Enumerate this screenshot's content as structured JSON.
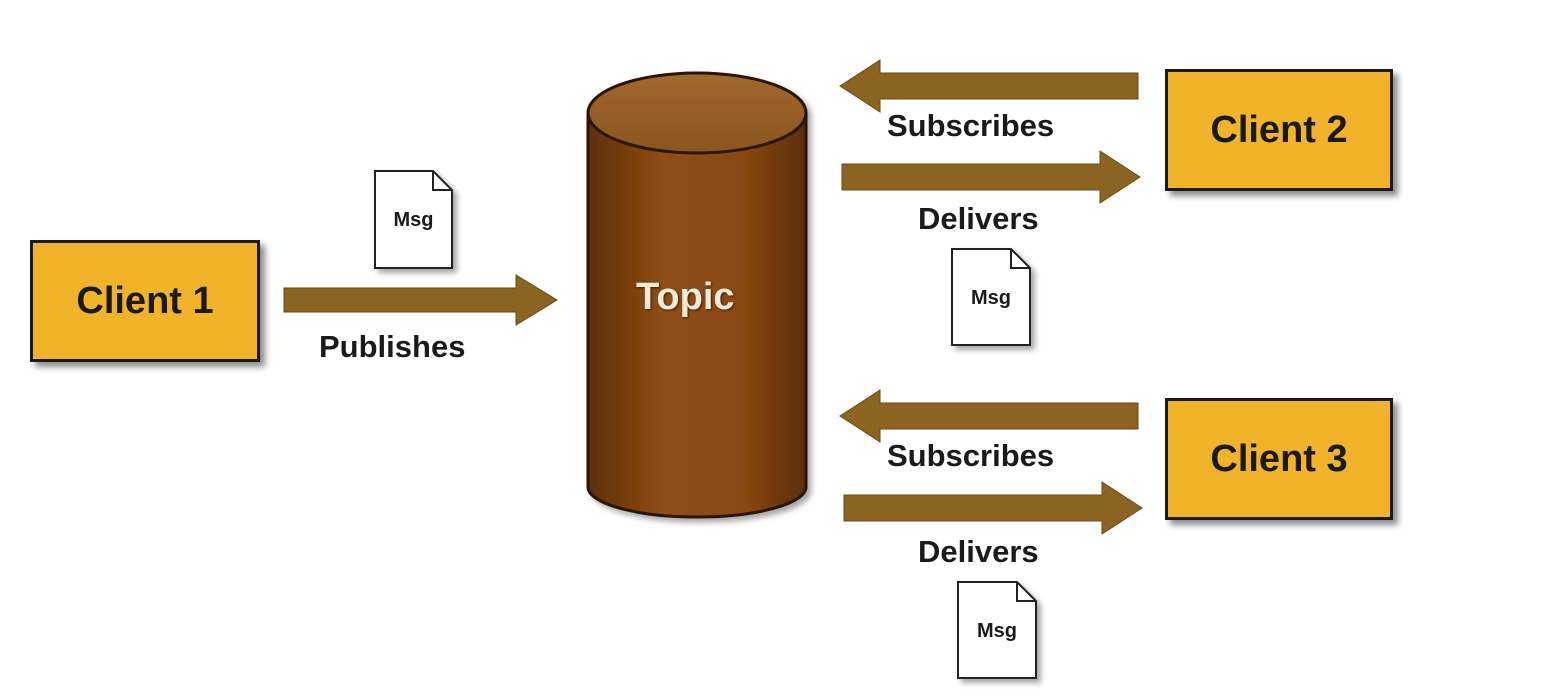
{
  "topic": {
    "label": "Topic"
  },
  "clients": {
    "client1": "Client 1",
    "client2": "Client 2",
    "client3": "Client 3"
  },
  "edges": {
    "publishes": "Publishes",
    "subscribes_2": "Subscribes",
    "delivers_2": "Delivers",
    "subscribes_3": "Subscribes",
    "delivers_3": "Delivers"
  },
  "messages": {
    "msg_publish": "Msg",
    "msg_deliver_2": "Msg",
    "msg_deliver_3": "Msg"
  },
  "colors": {
    "client_fill": "#f0b32a",
    "cylinder": "#8a4a12",
    "arrow": "#8a6420",
    "text": "#1a1a1a"
  }
}
